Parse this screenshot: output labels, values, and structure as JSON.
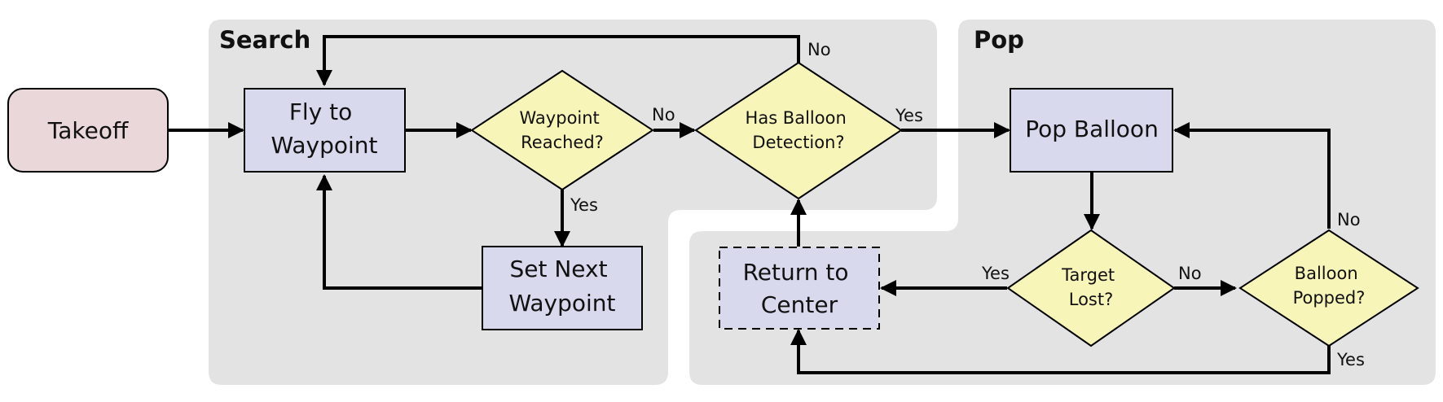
{
  "regions": {
    "search": {
      "title": "Search"
    },
    "pop": {
      "title": "Pop"
    }
  },
  "nodes": {
    "takeoff": [
      "Takeoff"
    ],
    "fly_to_waypoint": [
      "Fly to",
      "Waypoint"
    ],
    "waypoint_reached": [
      "Waypoint",
      "Reached?"
    ],
    "set_next_waypoint": [
      "Set Next",
      "Waypoint"
    ],
    "has_balloon_detection": [
      "Has Balloon",
      "Detection?"
    ],
    "return_to_center": [
      "Return to",
      "Center"
    ],
    "pop_balloon": [
      "Pop Balloon"
    ],
    "target_lost": [
      "Target",
      "Lost?"
    ],
    "balloon_popped": [
      "Balloon",
      "Popped?"
    ]
  },
  "edge_labels": {
    "waypoint_reached_no": "No",
    "waypoint_reached_yes": "Yes",
    "detection_no": "No",
    "detection_yes": "Yes",
    "target_lost_yes": "Yes",
    "target_lost_no": "No",
    "balloon_popped_no": "No",
    "balloon_popped_yes": "Yes"
  },
  "colors": {
    "region_fill": "#e3e3e3",
    "process_fill": "#d9d9ee",
    "decision_fill": "#f8f5b9",
    "start_fill": "#ead7d9",
    "stroke": "#000000"
  }
}
